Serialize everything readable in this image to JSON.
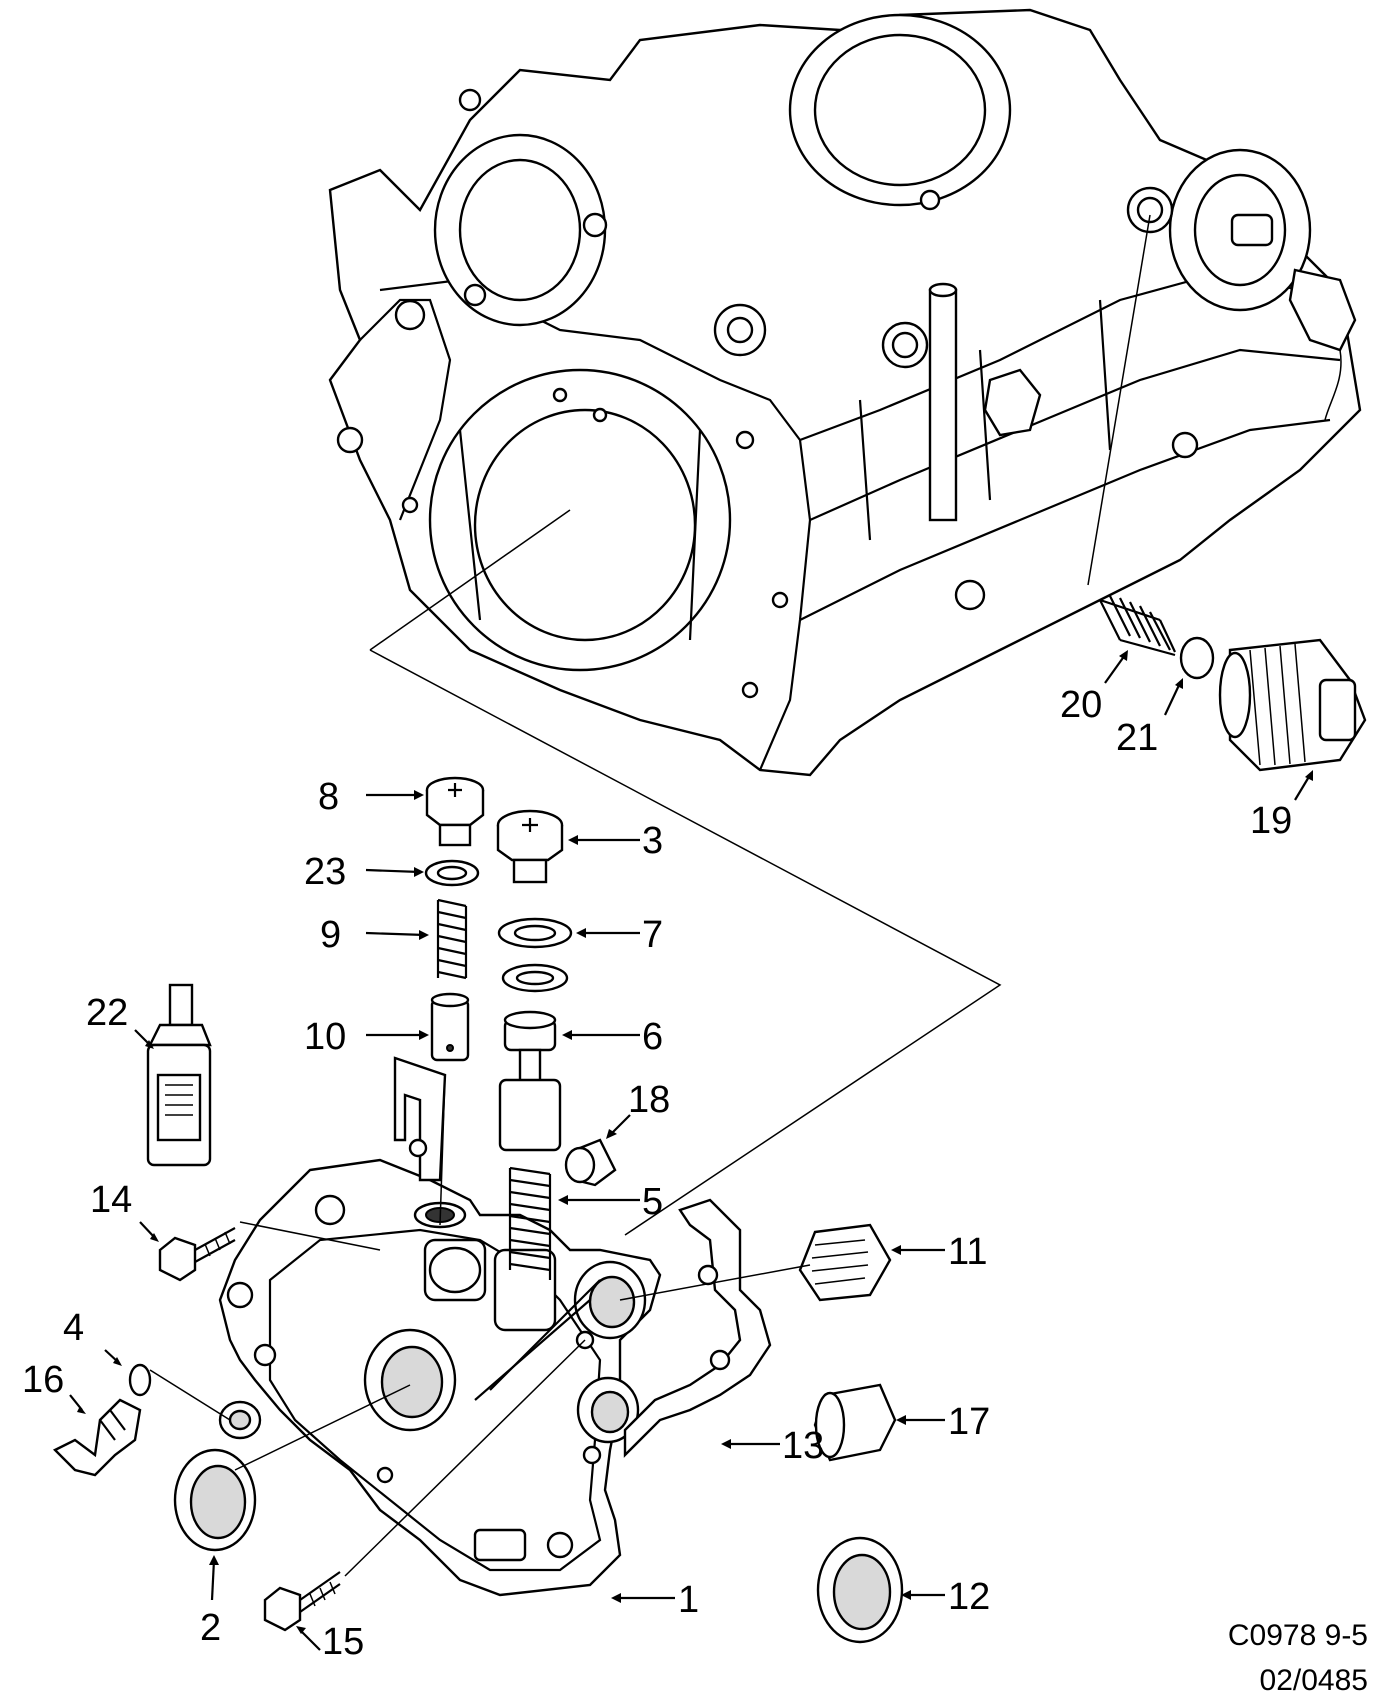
{
  "labels": {
    "l1": "1",
    "l2": "2",
    "l3": "3",
    "l4": "4",
    "l5": "5",
    "l6": "6",
    "l7": "7",
    "l8": "8",
    "l9": "9",
    "l10": "10",
    "l11": "11",
    "l12": "12",
    "l13": "13",
    "l14": "14",
    "l15": "15",
    "l16": "16",
    "l17": "17",
    "l18": "18",
    "l19": "19",
    "l20": "20",
    "l21": "21",
    "l22": "22",
    "l23": "23"
  },
  "footer": {
    "code": "C0978 9-5",
    "ref": "02/0485"
  }
}
